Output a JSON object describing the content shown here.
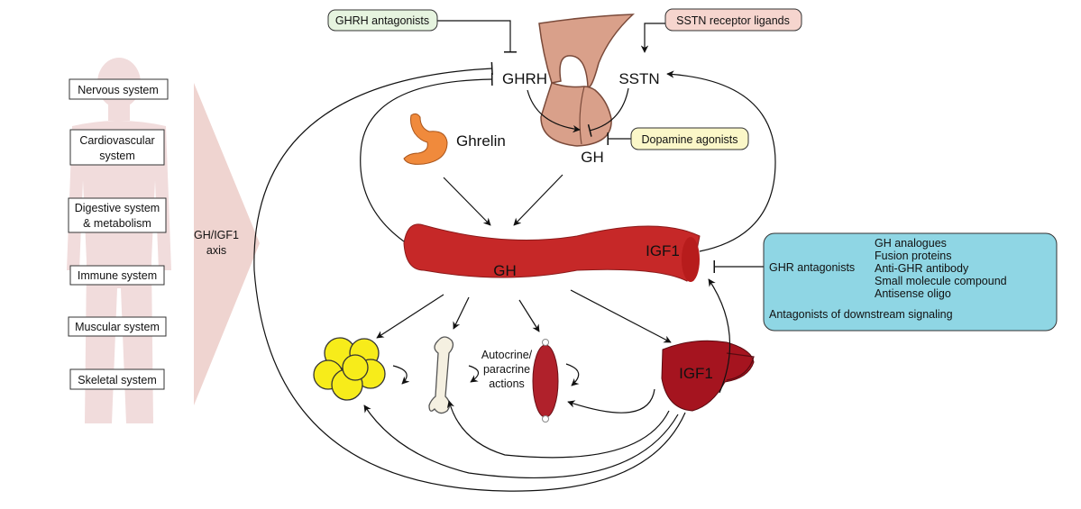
{
  "body_systems": [
    "Nervous system",
    [
      "Cardiovascular",
      "system"
    ],
    [
      "Digestive system",
      "& metabolism"
    ],
    "Immune system",
    "Muscular system",
    "Skeletal system"
  ],
  "axis_label": [
    "GH/IGF1",
    "axis"
  ],
  "hormones": {
    "ghrh": "GHRH",
    "sstn": "SSTN",
    "gh_pituitary": "GH",
    "ghrelin": "Ghrelin",
    "gh_vessel": "GH",
    "igf1_vessel": "IGF1",
    "igf1_liver": "IGF1"
  },
  "drug_boxes": {
    "ghrh_antagonists": "GHRH antagonists",
    "sstn_ligands": "SSTN receptor ligands",
    "dopamine_agonists": "Dopamine agonists"
  },
  "ghr_panel": {
    "title": "GHR antagonists",
    "items": [
      "GH analogues",
      "Fusion proteins",
      "Anti-GHR antibody",
      "Small molecule compound",
      "Antisense oligo"
    ],
    "downstream": "Antagonists of downstream signaling"
  },
  "autocrine_label": [
    "Autocrine/",
    "paracrine",
    "actions"
  ],
  "colors": {
    "pituitary": "#d9a08a",
    "pituitary_stroke": "#7a4a3a",
    "vessel": "#c62828",
    "liver": "#a5141f",
    "fat": "#f7ec1a",
    "stomach": "#f08a3c",
    "muscle": "#b0212b",
    "ghrh_box_fill": "#e6f4df",
    "sstn_box_fill": "#f6d5ce",
    "dopamine_box_fill": "#fbf7c8",
    "ghr_panel_fill": "#8fd6e4",
    "body_silhouette": "#f1dcdc",
    "axis_arrow": "#efd4d0"
  }
}
